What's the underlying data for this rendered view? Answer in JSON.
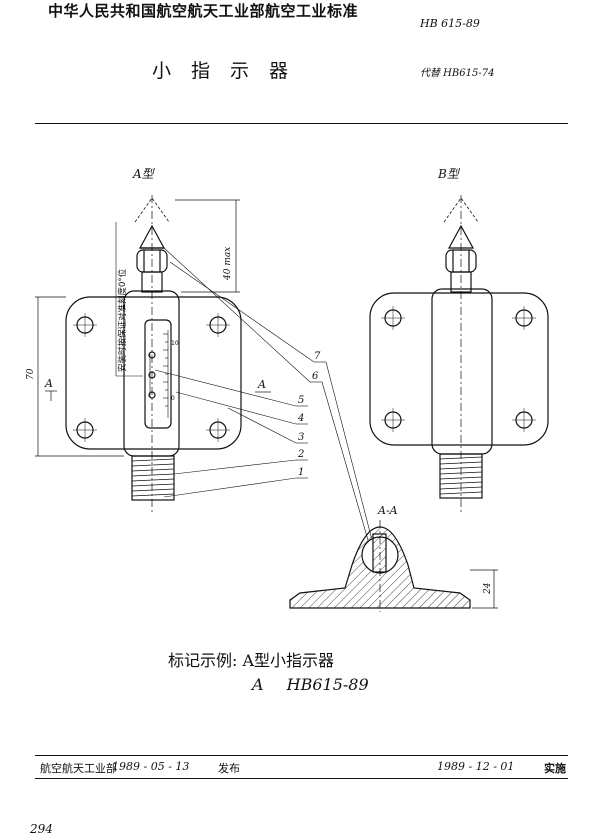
{
  "header": {
    "org_title": "中华人民共和国航空航天工业部航空工业标准",
    "std_number": "HB 615-89",
    "product_name": "小指示器",
    "replaces": "代替 HB615-74"
  },
  "drawing": {
    "view_a_label": "A型",
    "view_b_label": "B型",
    "section_label": "A-A",
    "dim_height": "40 max",
    "dim_side": "70",
    "dim_section": "24",
    "cut_mark": "A",
    "vertical_note": "安装时按保证对准刻度0°位",
    "scale_top": "10",
    "scale_bottom": "0",
    "callouts": [
      "7",
      "6",
      "5",
      "4",
      "3",
      "2",
      "1"
    ]
  },
  "marking": {
    "caption": "标记示例:  A型小指示器",
    "value": "A  HB615-89"
  },
  "footer": {
    "issuer": "航空航天工业部",
    "issue_date": "1989 - 05 - 13",
    "issued_label": "发布",
    "impl_date": "1989 - 12 - 01",
    "impl_label": "实施"
  },
  "page_number": "294"
}
